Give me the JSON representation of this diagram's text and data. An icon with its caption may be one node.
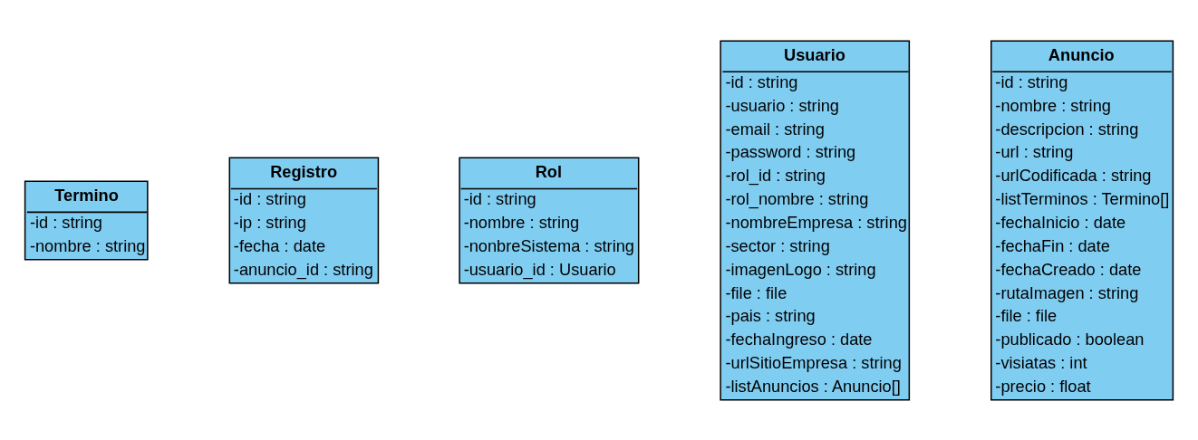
{
  "diagram": {
    "nodes": [
      {
        "text": [
          "Termino",
          "-id : string",
          "-nombre : string"
        ]
      },
      {
        "text": [
          "Registro",
          "-id : string",
          "-ip : string",
          "-fecha : date",
          "-anuncio_id : string"
        ]
      },
      {
        "text": [
          "Rol",
          "-id : string",
          "-nombre : string",
          "-nonbreSistema : string",
          "-usuario_id : Usuario"
        ]
      },
      {
        "text": [
          "Usuario",
          "-id : string",
          "-usuario : string",
          "-email : string",
          "-password : string",
          "-rol_id : string",
          "-rol_nombre : string",
          "-nombreEmpresa : string",
          "-sector : string",
          "-imagenLogo : string",
          "-file : file",
          "-pais : string",
          "-fechaIngreso : date",
          "-urlSitioEmpresa : string",
          "-listAnuncios : Anuncio[]"
        ]
      },
      {
        "text": [
          "Anuncio",
          "-id : string",
          "-nombre : string",
          "-descripcion : string",
          "-url : string",
          "-urlCodificada : string",
          "-listTerminos : Termino[]",
          "-fechaInicio : date",
          "-fechaFin : date",
          "-fechaCreado : date",
          "-rutaImagen : string",
          "-file : file",
          "-publicado : boolean",
          "-visiatas : int",
          "-precio : float"
        ]
      }
    ]
  }
}
